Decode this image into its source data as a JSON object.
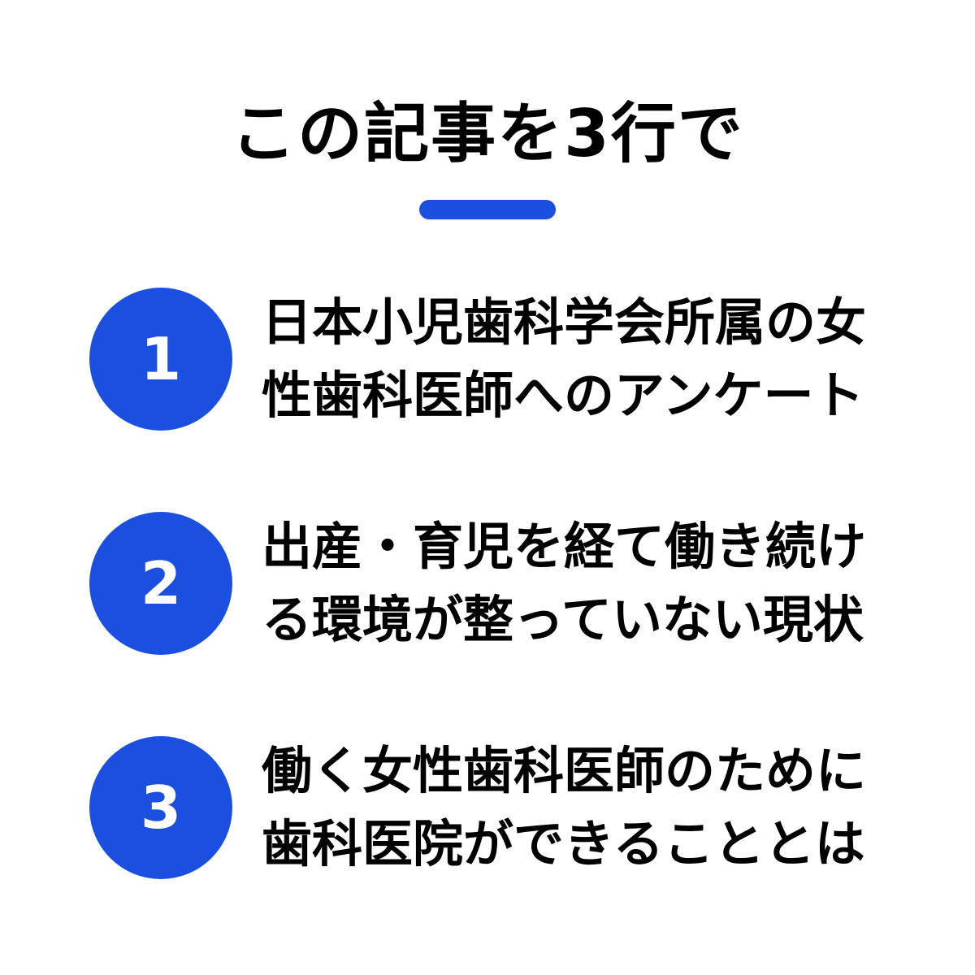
{
  "colors": {
    "accent": "#1a4fe0",
    "text": "#000000",
    "background": "#ffffff"
  },
  "title": "この記事を3行で",
  "items": [
    {
      "number": "1",
      "lines": [
        "日本小児歯科学会所属の女",
        "性歯科医師へのアンケート"
      ]
    },
    {
      "number": "2",
      "lines": [
        "出産・育児を経て働き続け",
        "る環境が整っていない現状"
      ]
    },
    {
      "number": "3",
      "lines": [
        "働く女性歯科医師のために",
        "歯科医院ができることとは"
      ]
    }
  ]
}
